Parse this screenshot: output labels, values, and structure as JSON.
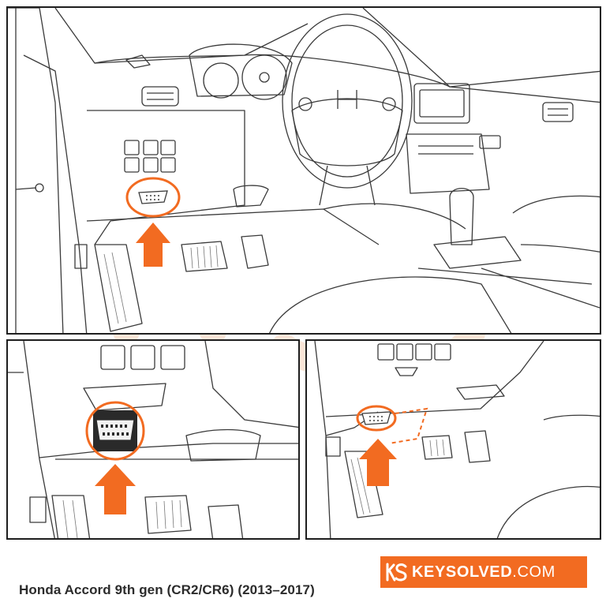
{
  "caption": "Honda Accord 9th gen (CR2/CR6) (2013–2017)",
  "brand": {
    "name": "KEYSOLVED",
    "tld": ".COM",
    "logo_icon": "ks-monogram-icon"
  },
  "colors": {
    "accent": "#f26b21",
    "line": "#3a3a3a",
    "watermark": "#fbe3d4"
  },
  "panels": [
    {
      "id": "overview",
      "highlight": "obd2-port-circle",
      "pointer": "up-arrow-icon"
    },
    {
      "id": "closeup",
      "highlight": "obd2-port-circle",
      "pointer": "up-arrow-icon"
    },
    {
      "id": "location",
      "highlight": "obd2-port-circle",
      "pointer": "up-arrow-icon",
      "leader": "dashed-leader-line"
    }
  ]
}
